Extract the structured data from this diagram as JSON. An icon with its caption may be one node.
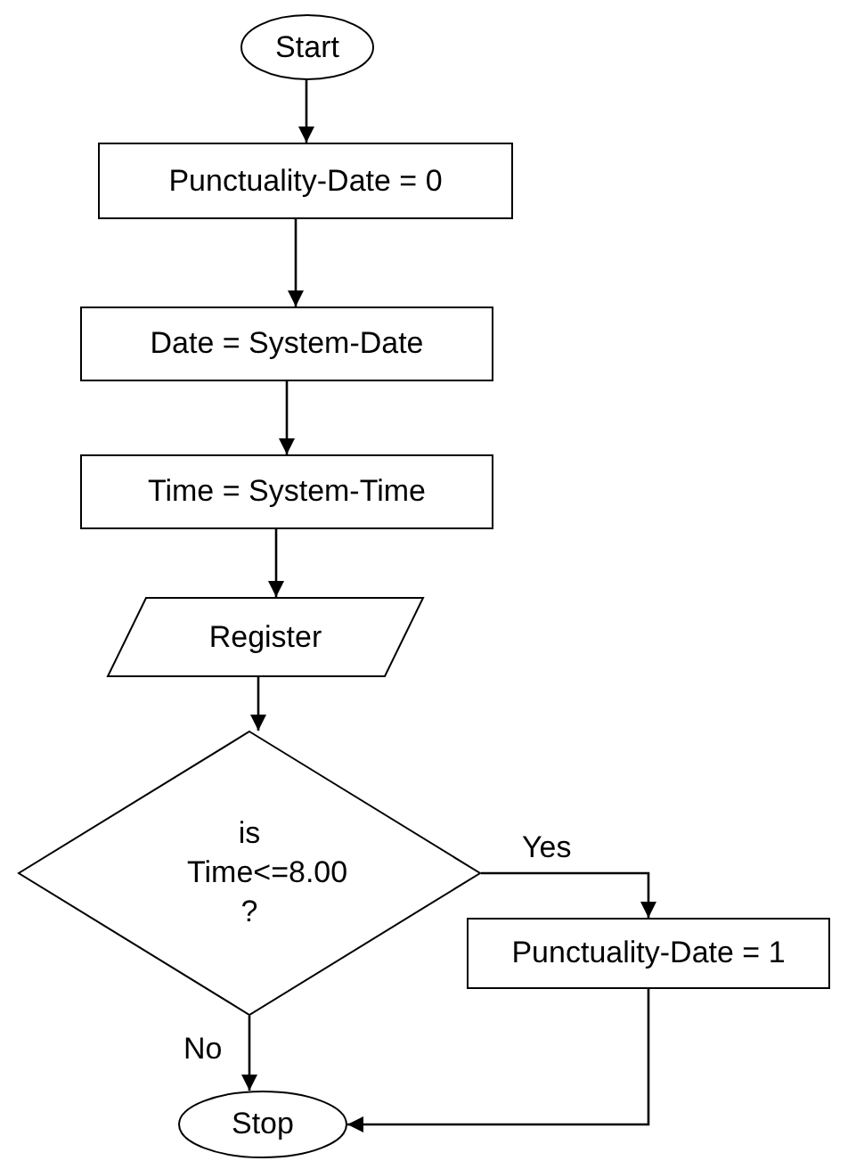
{
  "diagram": {
    "nodes": [
      {
        "text": [
          "Start"
        ]
      },
      {
        "text": [
          "Punctuality-Date = 0"
        ]
      },
      {
        "text": [
          "Date = System-Date"
        ]
      },
      {
        "text": [
          "Time = System-Time"
        ]
      },
      {
        "text": [
          "Register"
        ]
      },
      {
        "text": [
          "is Time<=8.00 ?"
        ]
      },
      {
        "text": [
          "Punctuality-Date = 1"
        ]
      },
      {
        "text": [
          "Stop"
        ]
      }
    ],
    "edges": [
      {
        "from": 0,
        "to": 1,
        "arrow": "to"
      },
      {
        "from": 1,
        "to": 2,
        "arrow": "to"
      },
      {
        "from": 2,
        "to": 3,
        "arrow": "to"
      },
      {
        "from": 3,
        "to": 4,
        "arrow": "to"
      },
      {
        "from": 4,
        "to": 5,
        "arrow": "to"
      },
      {
        "from": 5,
        "to": 6,
        "arrow": "to",
        "label": "Yes"
      },
      {
        "from": 5,
        "to": 7,
        "arrow": "to",
        "label": "No"
      },
      {
        "from": 6,
        "to": 7,
        "arrow": "to"
      }
    ]
  }
}
